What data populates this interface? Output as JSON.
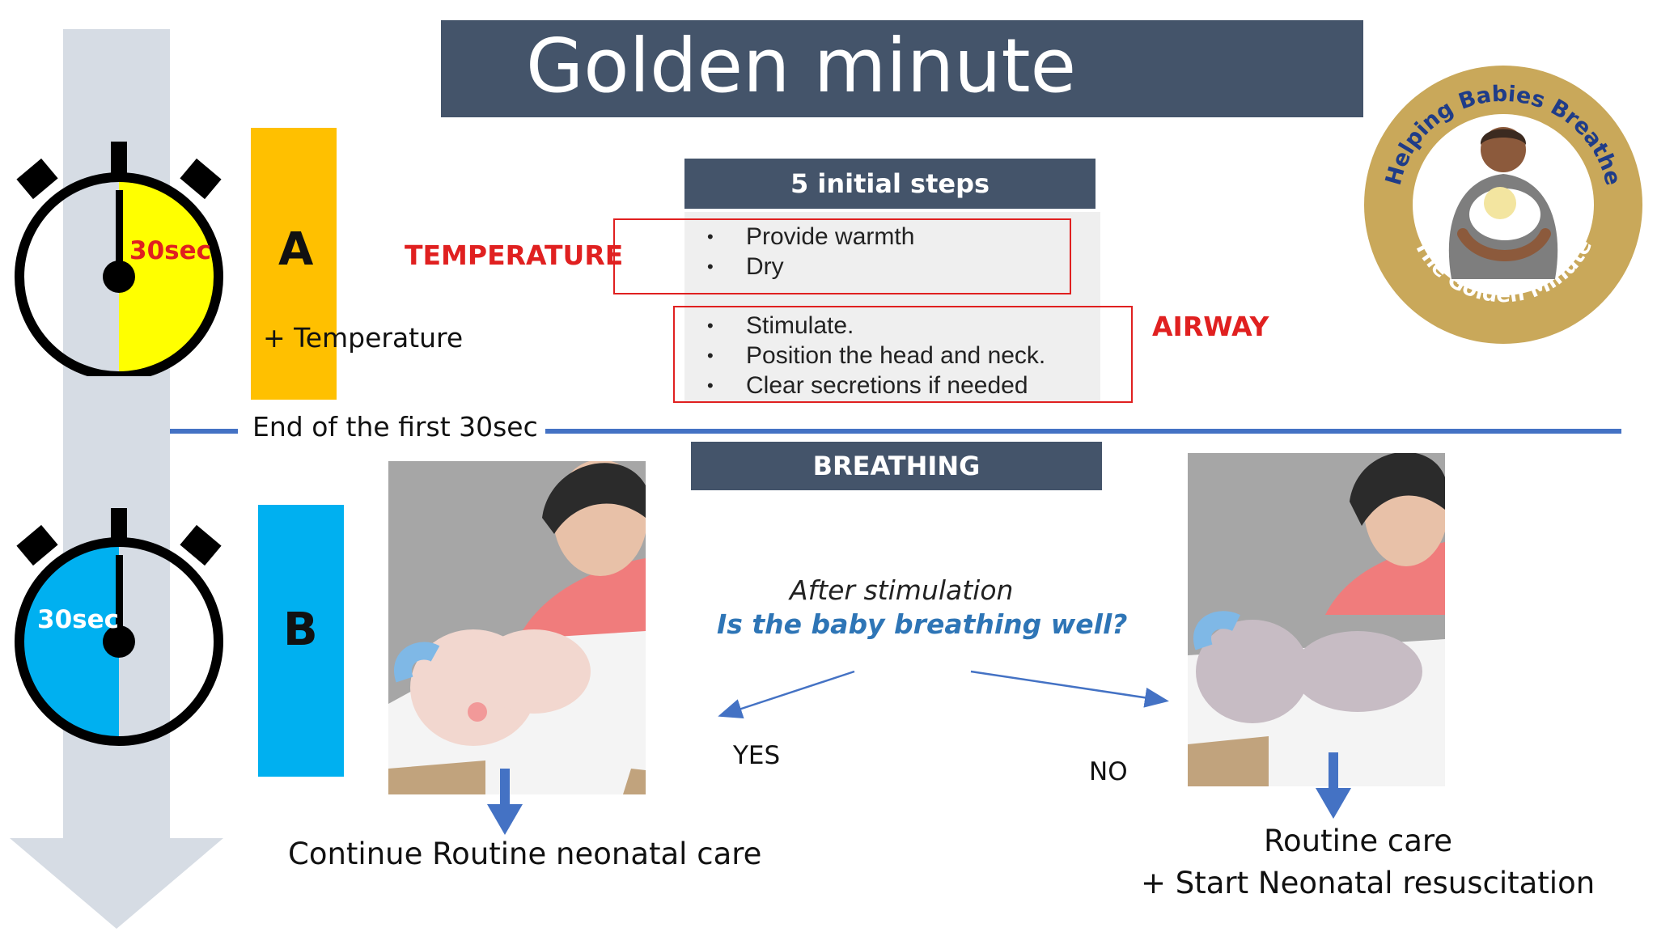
{
  "title": "Golden minute",
  "steps_header": "5 initial steps",
  "steps_group1": [
    "Provide warmth",
    "Dry"
  ],
  "steps_group2": [
    "Stimulate.",
    "Position the head and neck.",
    "Clear secretions if needed"
  ],
  "temperature_label": "TEMPERATURE",
  "airway_label": "AIRWAY",
  "step_a": {
    "letter": "A",
    "note": "+ Temperature"
  },
  "step_b": {
    "letter": "B"
  },
  "timer_a": {
    "label": "30sec",
    "fill_fraction": 0.5,
    "color": "#ffff00"
  },
  "timer_b": {
    "label": "30sec",
    "fill_fraction": 0.5,
    "color": "#00b0f0"
  },
  "divider_text": "End of the first 30sec",
  "breathing_header": "BREATHING",
  "question_line1": "After stimulation",
  "question_line2": "Is the baby breathing well?",
  "yes_label": "YES",
  "no_label": "NO",
  "yes_outcome": "Continue Routine neonatal care",
  "no_outcome_line1": "Routine care",
  "no_outcome_line2": "+ Start Neonatal resuscitation",
  "logo": {
    "top_text": "Helping Babies Breathe",
    "bottom_text": "The Golden Minute"
  },
  "colors": {
    "title_bar": "#44546a",
    "orange": "#ffc000",
    "blue": "#00b0f0",
    "red": "#e02020",
    "line_blue": "#4472c4",
    "arrow_gray": "#d6dce4",
    "question_blue": "#2e75b6",
    "logo_gold": "#c9a85a"
  }
}
